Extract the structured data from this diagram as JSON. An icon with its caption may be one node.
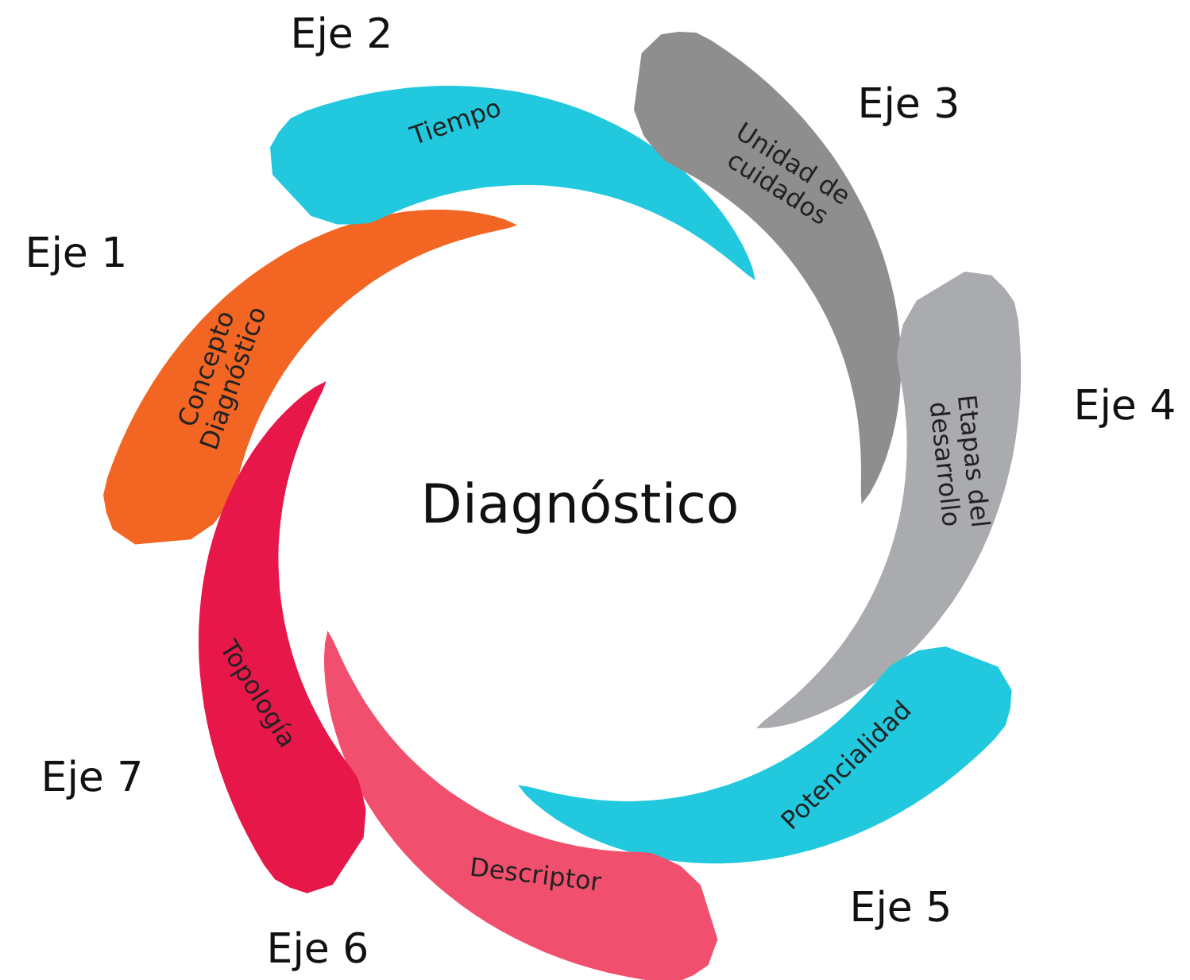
{
  "diagram": {
    "nodes": [
      {
        "text": [
          "Concepto Diagnóstico"
        ],
        "beside": [
          "Eje 1"
        ]
      },
      {
        "text": [
          "Tiempo"
        ],
        "beside": [
          "Eje 2"
        ]
      },
      {
        "text": [
          "Unidad de cuidados"
        ],
        "beside": [
          "Eje 3"
        ]
      },
      {
        "text": [
          "Etapas del desarrollo"
        ],
        "beside": [
          "Eje 4"
        ]
      },
      {
        "text": [
          "Potencialidad"
        ],
        "beside": [
          "Eje 5"
        ]
      },
      {
        "text": [
          "Descriptor"
        ],
        "beside": [
          "Eje 6"
        ]
      },
      {
        "text": [
          "Topología"
        ],
        "beside": [
          "Eje 7"
        ]
      }
    ],
    "labels": [
      "Diagnóstico"
    ]
  }
}
